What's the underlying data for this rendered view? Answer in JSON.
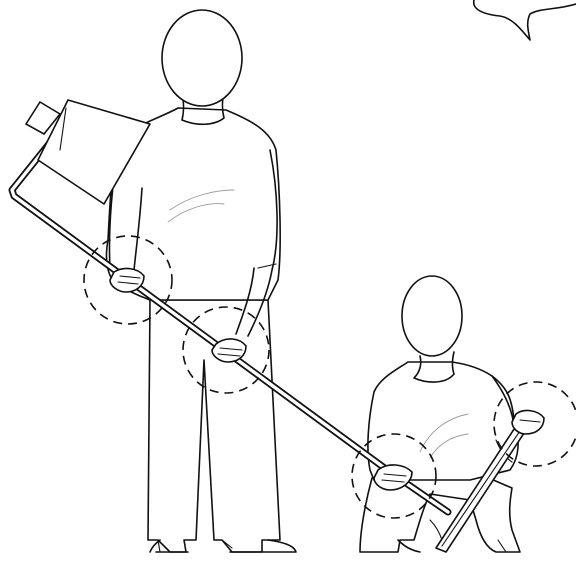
{
  "illustration": {
    "figures": [
      {
        "name": "standing-adult",
        "holds": "long-handled-tool"
      },
      {
        "name": "kneeling-child",
        "holds": "squeegee-end"
      }
    ],
    "highlighted_grips": 4,
    "style": {
      "line_color": "#111111",
      "background": "#ffffff",
      "circle_style": "dashed"
    }
  }
}
